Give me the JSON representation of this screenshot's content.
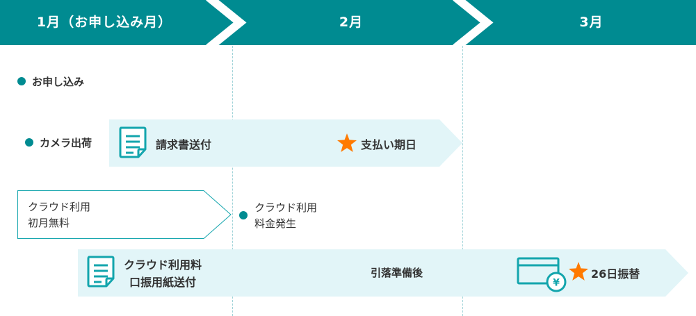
{
  "colors": {
    "teal": "#008b91",
    "light_band": "#e2f5f8",
    "star": "#ff7a00",
    "text": "#333333",
    "dash": "#9fd3d8"
  },
  "header": {
    "months": [
      {
        "label": "1月（お申し込み月）"
      },
      {
        "label": "2月"
      },
      {
        "label": "3月"
      }
    ]
  },
  "events": {
    "application": {
      "label": "お申し込み"
    },
    "camera_shipping": {
      "label": "カメラ出荷"
    },
    "cloud_fee_start": {
      "line1": "クラウド利用",
      "line2": "料金発生"
    }
  },
  "bands": {
    "invoice": {
      "icon": "document-icon",
      "label": "請求書送付",
      "due_label": "支払い期日",
      "due_icon": "star-icon"
    },
    "first_month": {
      "line1": "クラウド利用",
      "line2": "初月無料"
    },
    "direct_debit": {
      "icon": "document-icon",
      "line1": "クラウド利用料",
      "line2": "口振用紙送付",
      "middle_label": "引落準備後",
      "transfer_icon": "card-yen-icon",
      "transfer_label": "26日振替",
      "transfer_star": "star-icon"
    }
  }
}
